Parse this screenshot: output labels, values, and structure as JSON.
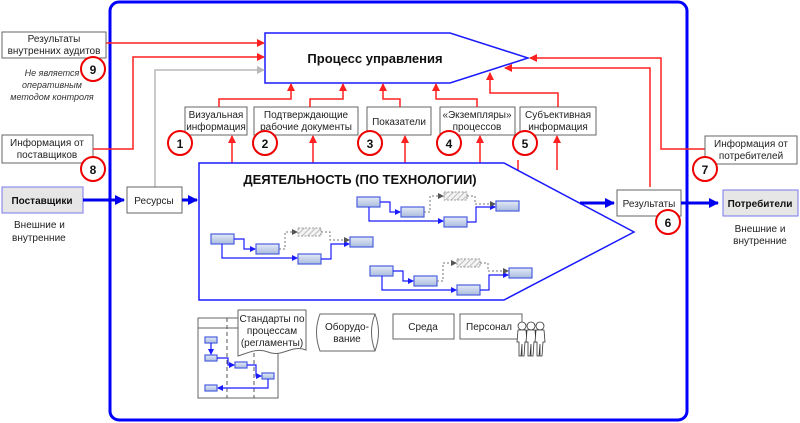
{
  "colors": {
    "frame": "#0000ff",
    "info_flow": "#ff2020",
    "resource_flow": "#b8b8b8",
    "marker_circle": "#e00000",
    "stakeholder_fill": "#e6e6e6"
  },
  "management_process": {
    "label": "Процесс управления"
  },
  "activity": {
    "label": "ДЕЯТЕЛЬНОСТЬ (ПО ТЕХНОЛОГИИ)"
  },
  "monitoring_sources": [
    {
      "line1": "Визуальная",
      "line2": "информация",
      "number": "1"
    },
    {
      "line1": "Подтверждающие",
      "line2": "рабочие документы",
      "number": "2"
    },
    {
      "line1": "Показатели",
      "line2": "",
      "number": "3"
    },
    {
      "line1": "«Экземпляры»",
      "line2": "процессов",
      "number": "4"
    },
    {
      "line1": "Субъективная",
      "line2": "информация",
      "number": "5"
    }
  ],
  "results": {
    "label": "Результаты",
    "number": "6"
  },
  "customer_info": {
    "line1": "Информация от",
    "line2": "потребителей",
    "number": "7"
  },
  "supplier_info": {
    "line1": "Информация от",
    "line2": "поставщиков",
    "number": "8"
  },
  "internal_audits": {
    "line1": "Результаты",
    "line2": "внутренних аудитов",
    "number": "9",
    "note_line1": "Не является",
    "note_line2": "оперативным",
    "note_line3": "методом контроля"
  },
  "suppliers": {
    "label": "Поставщики",
    "sub_line1": "Внешние и",
    "sub_line2": "внутренние"
  },
  "customers": {
    "label": "Потребители",
    "sub_line1": "Внешние и",
    "sub_line2": "внутренние"
  },
  "resources": {
    "label": "Ресурсы"
  },
  "infrastructure": {
    "standards_line1": "Стандарты по",
    "standards_line2": "процессам",
    "standards_line3": "(регламенты)",
    "equipment_line1": "Оборудо-",
    "equipment_line2": "вание",
    "environment": "Среда",
    "personnel": "Персонал"
  }
}
